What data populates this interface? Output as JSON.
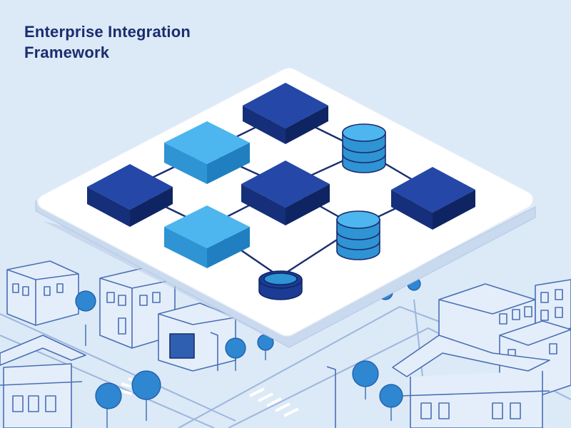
{
  "title": {
    "line1": "Enterprise Integration",
    "line2": "Framework"
  },
  "colors": {
    "background": "#dce9f7",
    "title": "#1a2d6e",
    "platform_top": "#ffffff",
    "platform_side": "#c9d9ee",
    "node_dark": "#1b3b94",
    "node_light": "#3fa9e6",
    "connector": "#1a2d6e",
    "city_line": "#4a6fb5",
    "tree": "#2f86d1"
  },
  "nodes": [
    {
      "id": "dark-top",
      "kind": "block",
      "tone": "dark"
    },
    {
      "id": "light-upper",
      "kind": "block",
      "tone": "light"
    },
    {
      "id": "db-upper",
      "kind": "database",
      "tone": "light"
    },
    {
      "id": "dark-left",
      "kind": "block",
      "tone": "dark"
    },
    {
      "id": "dark-center",
      "kind": "block",
      "tone": "dark"
    },
    {
      "id": "dark-right",
      "kind": "block",
      "tone": "dark"
    },
    {
      "id": "light-lower",
      "kind": "block",
      "tone": "light"
    },
    {
      "id": "db-lower",
      "kind": "database",
      "tone": "light"
    },
    {
      "id": "ring-bottom",
      "kind": "ring",
      "tone": "dark"
    }
  ],
  "connections": [
    [
      "dark-top",
      "light-upper"
    ],
    [
      "dark-top",
      "db-upper"
    ],
    [
      "light-upper",
      "dark-left"
    ],
    [
      "light-upper",
      "dark-center"
    ],
    [
      "db-upper",
      "dark-center"
    ],
    [
      "db-upper",
      "dark-right"
    ],
    [
      "dark-left",
      "light-lower"
    ],
    [
      "dark-center",
      "light-lower"
    ],
    [
      "dark-center",
      "db-lower"
    ],
    [
      "dark-right",
      "db-lower"
    ],
    [
      "light-lower",
      "ring-bottom"
    ],
    [
      "db-lower",
      "ring-bottom"
    ]
  ]
}
